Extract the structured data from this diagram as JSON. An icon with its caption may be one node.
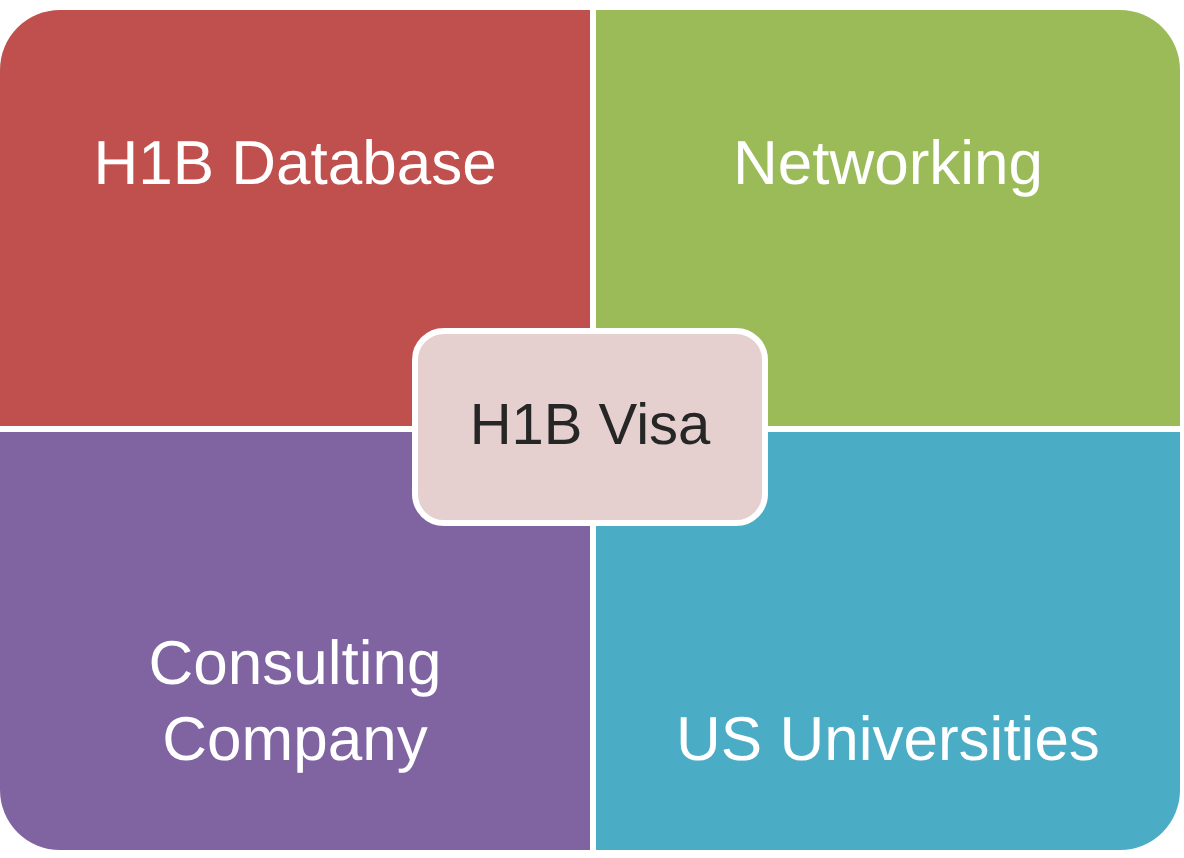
{
  "diagram": {
    "nodes": [
      {
        "text": [
          "H1B Database"
        ]
      },
      {
        "text": [
          "Networking"
        ]
      },
      {
        "text": [
          "Consulting Company"
        ]
      },
      {
        "text": [
          "US Universities"
        ]
      },
      {
        "text": [
          "H1B Visa"
        ]
      }
    ]
  }
}
